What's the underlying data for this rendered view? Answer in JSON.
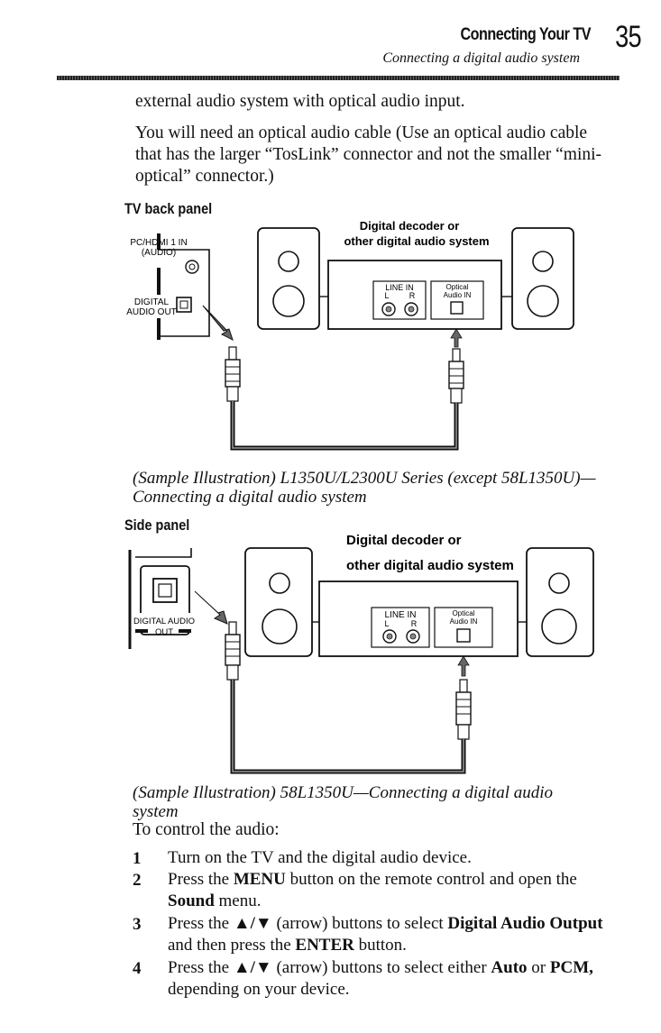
{
  "header": {
    "chapter_title": "Connecting Your TV",
    "page_number": "35",
    "section_title": "Connecting a digital audio system"
  },
  "intro": {
    "line1": "external audio system with optical audio input.",
    "line2": "You will need an optical audio cable (Use an optical audio cable that has the larger “TosLink” connector and not the smaller “mini-optical” connector.)"
  },
  "diagram1": {
    "section_label": "TV back panel",
    "port_hdmi_line1": "PC/HDMI 1 IN",
    "port_hdmi_line2": "(AUDIO)",
    "port_digital_line1": "DIGITAL",
    "port_digital_line2": "AUDIO OUT",
    "decoder_line1": "Digital decoder or",
    "decoder_line2": "other digital audio system",
    "line_in": "LINE IN",
    "lr_left": "L",
    "lr_right": "R",
    "optical_line1": "Optical",
    "optical_line2": "Audio IN",
    "caption": "(Sample Illustration) L1350U/L2300U Series (except 58L1350U)—Connecting a digital audio system"
  },
  "diagram2": {
    "section_label": "Side panel",
    "port_line1": "DIGITAL AUDIO",
    "port_line2": "OUT",
    "decoder_line1": "Digital decoder or",
    "decoder_line2": "other digital audio system",
    "line_in": "LINE IN",
    "lr_left": "L",
    "lr_right": "R",
    "optical_line1": "Optical",
    "optical_line2": "Audio IN",
    "caption": "(Sample Illustration) 58L1350U—Connecting a digital audio system"
  },
  "control_intro": "To control the audio:",
  "steps": [
    {
      "num": "1",
      "parts": [
        "Turn on the TV and the digital audio device."
      ]
    },
    {
      "num": "2",
      "parts": [
        "Press the ",
        "MENU",
        " button on the remote control and open the ",
        "Sound",
        " menu."
      ]
    },
    {
      "num": "3",
      "parts": [
        "Press the ",
        "▲/▼",
        " (arrow) buttons to select ",
        "Digital Audio Output",
        " and then press the ",
        "ENTER",
        " button."
      ]
    },
    {
      "num": "4",
      "parts": [
        "Press the ",
        "▲/▼",
        " (arrow) buttons to select either ",
        "Auto",
        " or ",
        "PCM,",
        " depending on your device."
      ]
    }
  ]
}
